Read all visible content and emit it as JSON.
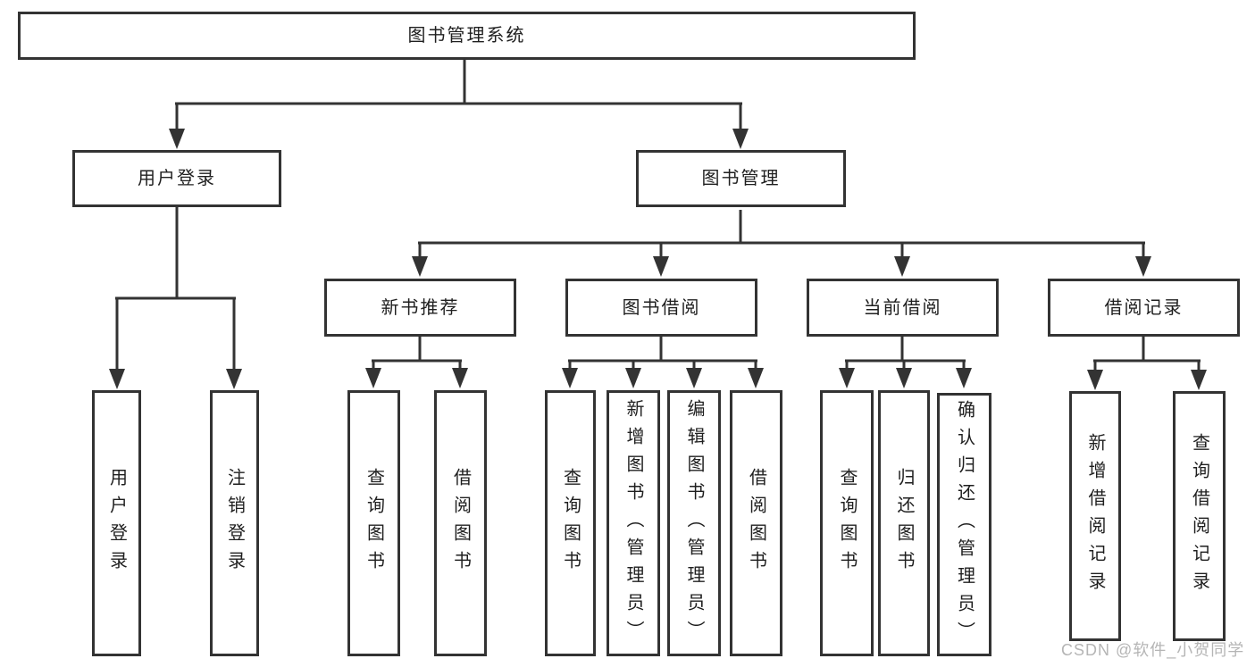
{
  "diagram": {
    "title": "图书管理系统",
    "level2": [
      {
        "label": "用户登录"
      },
      {
        "label": "图书管理"
      }
    ],
    "level3": [
      {
        "label": "新书推荐"
      },
      {
        "label": "图书借阅"
      },
      {
        "label": "当前借阅"
      },
      {
        "label": "借阅记录"
      }
    ],
    "level4": [
      {
        "label": "用户登录"
      },
      {
        "label": "注销登录"
      },
      {
        "label": "查询图书"
      },
      {
        "label": "借阅图书"
      },
      {
        "label": "查询图书"
      },
      {
        "label": "新增图书（管理员）"
      },
      {
        "label": "编辑图书（管理员）"
      },
      {
        "label": "借阅图书"
      },
      {
        "label": "查询图书"
      },
      {
        "label": "归还图书"
      },
      {
        "label": "确认归还（管理员）"
      },
      {
        "label": "新增借阅记录"
      },
      {
        "label": "查询借阅记录"
      }
    ],
    "watermark": "CSDN @软件_小贺同学",
    "colors": {
      "line": "#333333",
      "box_border": "#333333",
      "text": "#1f1f1f",
      "watermark": "#b5b5b5",
      "background": "#ffffff"
    }
  }
}
